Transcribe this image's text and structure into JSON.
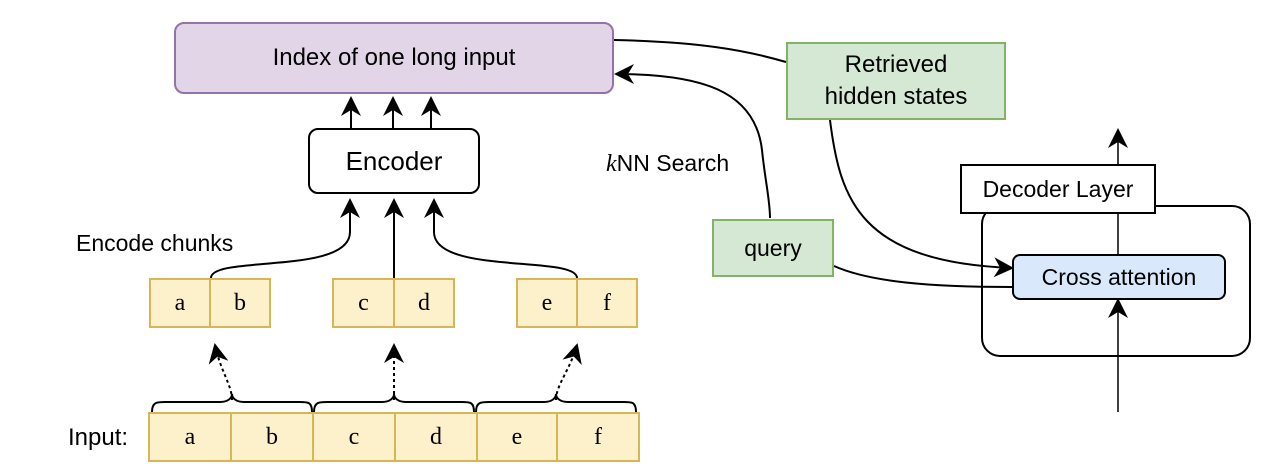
{
  "index_box": {
    "label": "Index of one long input"
  },
  "encoder": {
    "label": "Encoder"
  },
  "encode_chunks_label": "Encode chunks",
  "retrieved_box": {
    "line1": "Retrieved",
    "line2": "hidden states"
  },
  "knn_label": {
    "k": "k",
    "rest": "NN Search"
  },
  "query_box": {
    "label": "query"
  },
  "decoder_layer": {
    "label": "Decoder Layer"
  },
  "cross_attention": {
    "label": "Cross attention"
  },
  "input_label": "Input:",
  "chunks": [
    {
      "left": "a",
      "right": "b"
    },
    {
      "left": "c",
      "right": "d"
    },
    {
      "left": "e",
      "right": "f"
    }
  ],
  "input_tokens": [
    "a",
    "b",
    "c",
    "d",
    "e",
    "f"
  ],
  "colors": {
    "index_fill": "#e1d5e7",
    "index_stroke": "#9673a6",
    "green_fill": "#d5e8d4",
    "green_stroke": "#82b366",
    "yellow_fill": "#fdf1cc",
    "yellow_stroke": "#d6b656",
    "blue_fill": "#dae8fc",
    "blue_stroke": "#000000"
  }
}
